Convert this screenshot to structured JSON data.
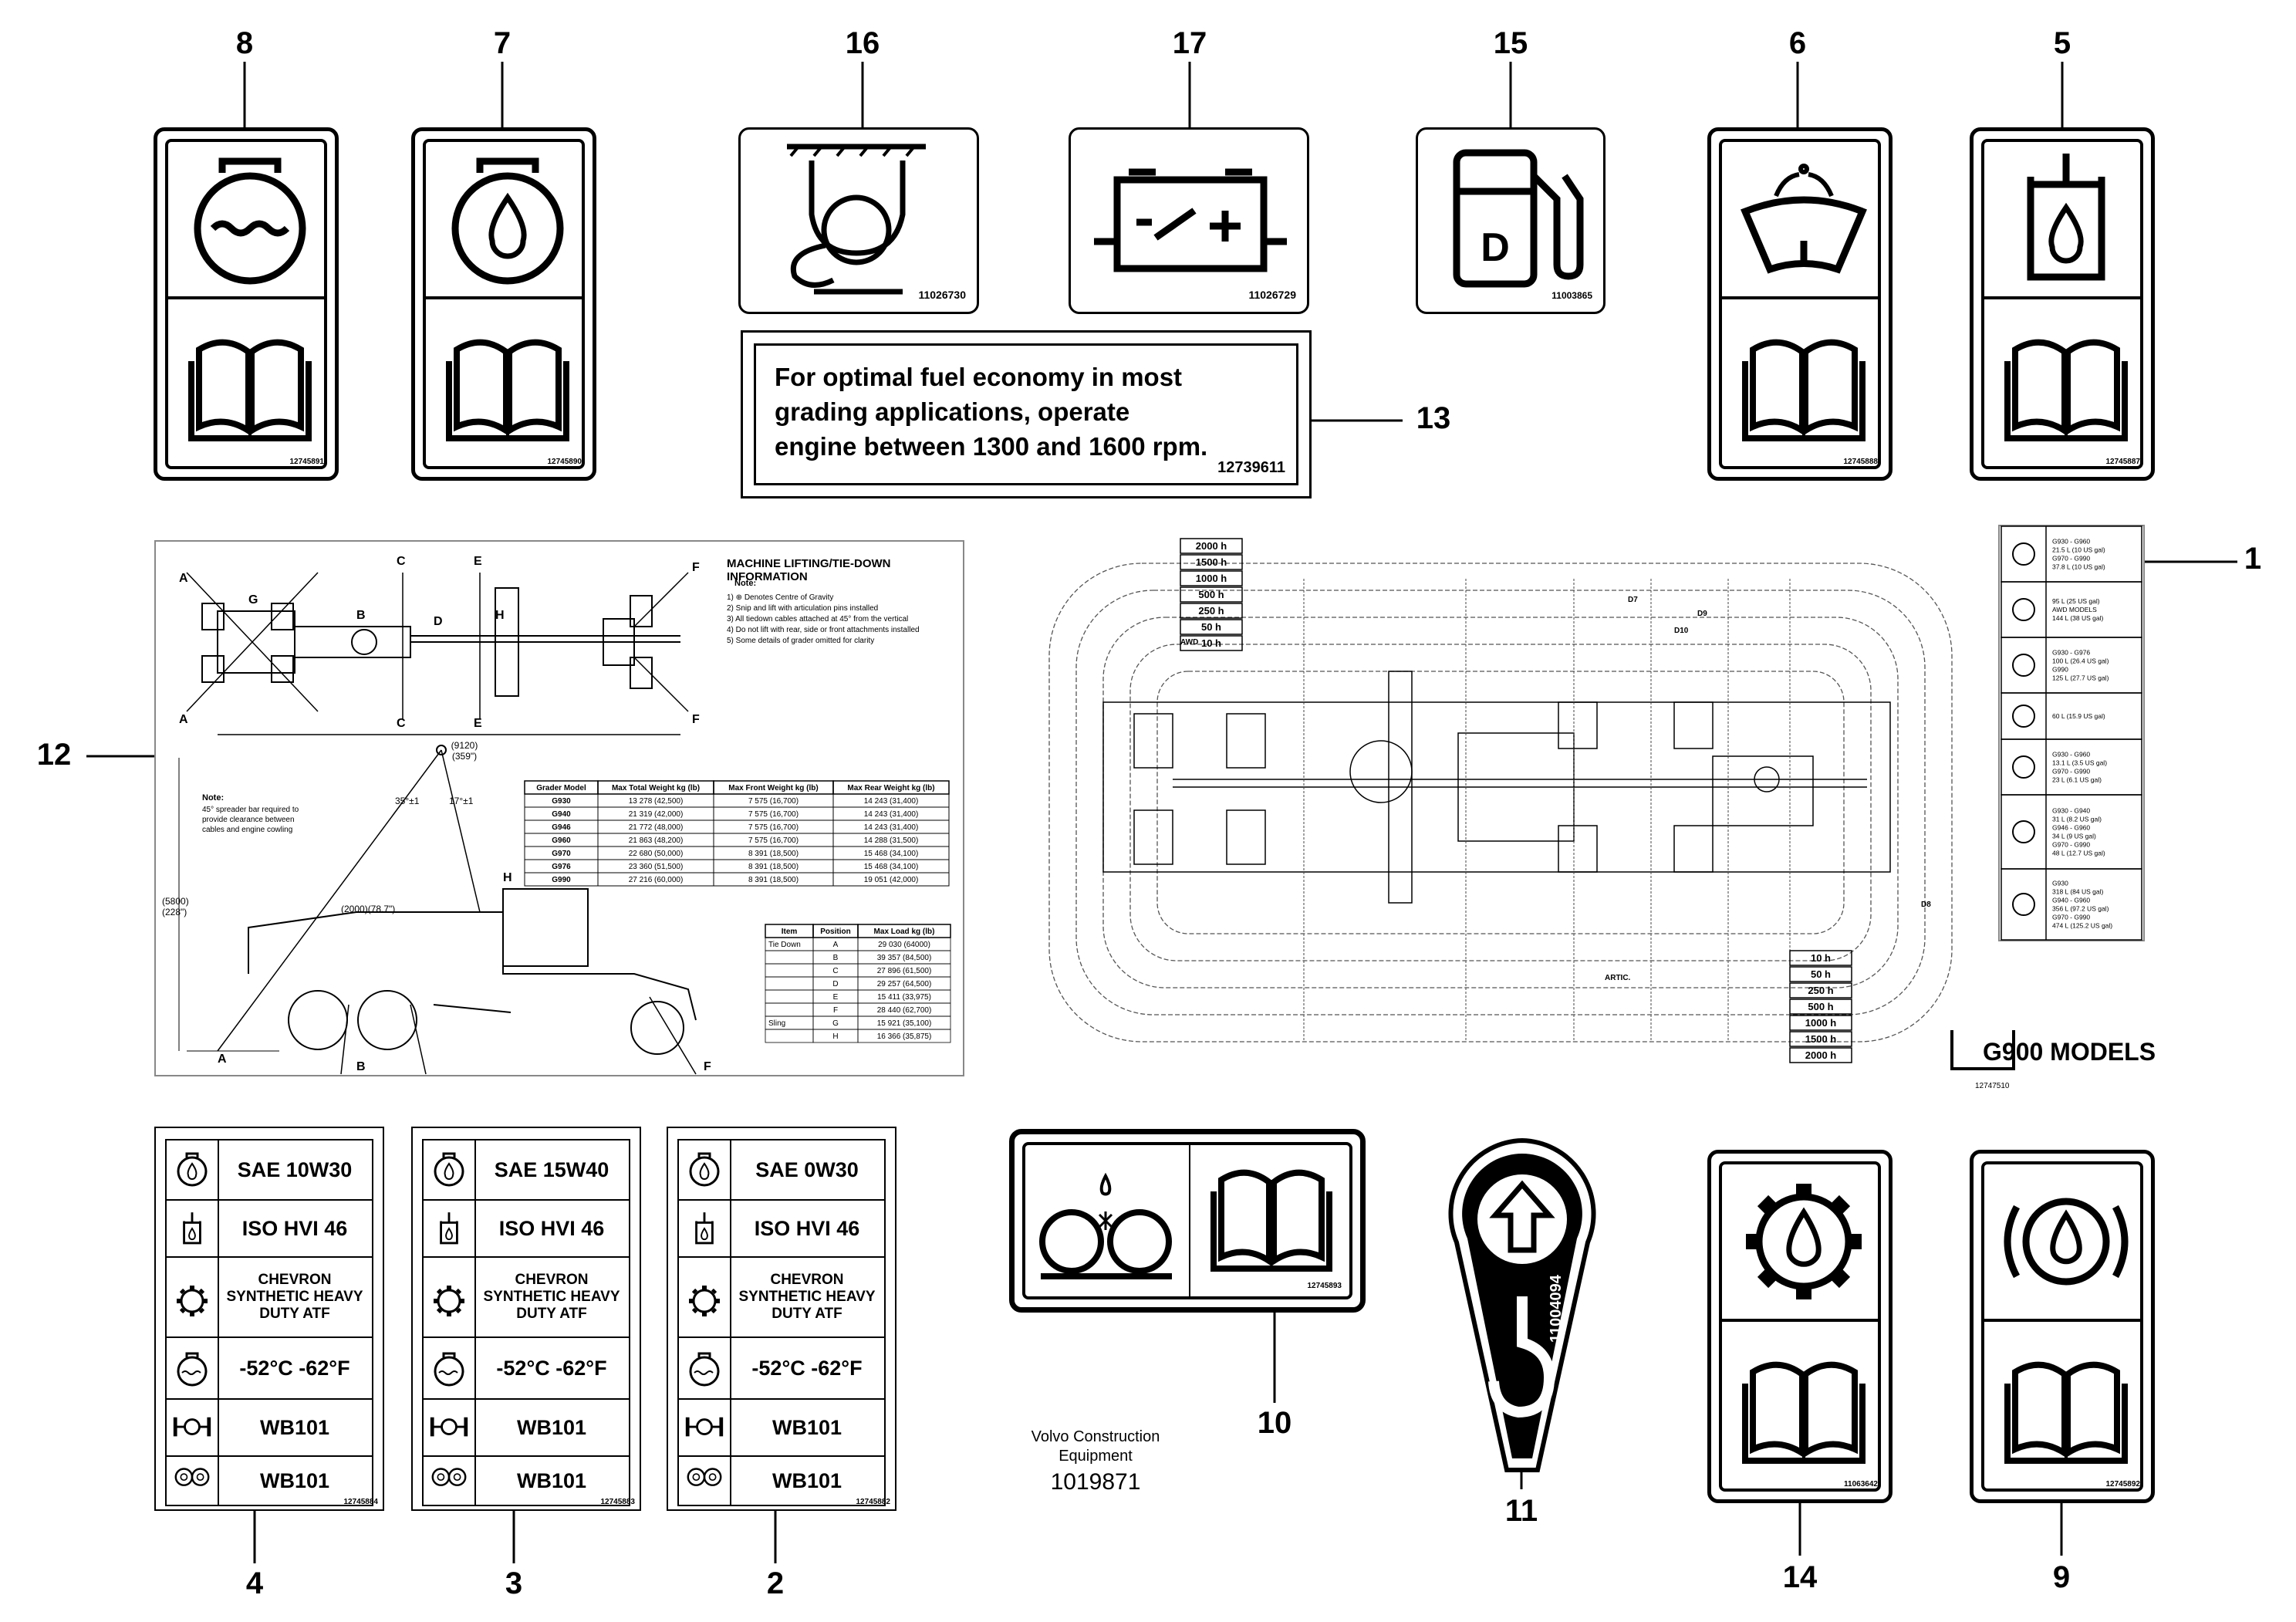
{
  "callouts": {
    "c1": "1",
    "c2": "2",
    "c3": "3",
    "c4": "4",
    "c5": "5",
    "c6": "6",
    "c7": "7",
    "c8": "8",
    "c9": "9",
    "c10": "10",
    "c11": "11",
    "c12": "12",
    "c13": "13",
    "c14": "14",
    "c15": "15",
    "c16": "16",
    "c17": "17"
  },
  "decals": {
    "d8_part": "12745891",
    "d7_part": "12745890",
    "d16_part": "11026730",
    "d17_part": "11026729",
    "d15_part": "11003865",
    "d6_part": "12745888",
    "d5_part": "12745887",
    "d10_part": "12745893",
    "d11_part": "11004094",
    "d14_part": "11063642",
    "d9_part": "12745892",
    "d15_letter": "D"
  },
  "fuel_economy": {
    "lines": [
      "For optimal fuel economy in most",
      "grading applications, operate",
      "engine between 1300 and 1600 rpm."
    ],
    "part": "12739611"
  },
  "specs": [
    {
      "part": "12745884",
      "rows": [
        "SAE 10W30",
        "ISO HVI 46",
        "CHEVRON SYNTHETIC HEAVY DUTY ATF",
        "-52°C  -62°F",
        "WB101",
        "WB101"
      ]
    },
    {
      "part": "12745883",
      "rows": [
        "SAE 15W40",
        "ISO HVI 46",
        "CHEVRON SYNTHETIC HEAVY DUTY ATF",
        "-52°C  -62°F",
        "WB101",
        "WB101"
      ]
    },
    {
      "part": "12745882",
      "rows": [
        "SAE 0W30",
        "ISO HVI 46",
        "CHEVRON SYNTHETIC HEAVY DUTY ATF",
        "-52°C  -62°F",
        "WB101",
        "WB101"
      ]
    }
  ],
  "vce": {
    "line1": "Volvo Construction",
    "line2": "Equipment",
    "part": "1019871"
  },
  "lifting": {
    "title": "MACHINE LIFTING/TIE-DOWN INFORMATION",
    "note_head": "Note:",
    "notes": [
      "1) ⊕ Denotes Centre of Gravity",
      "2) Snip and lift with articulation pins installed",
      "3) All tiedown cables attached at 45° from the vertical",
      "4) Do not lift with rear, side or front attachments installed",
      "5) Some details of grader omitted for clarity"
    ],
    "side_note": [
      "Note:",
      "45° spreader bar required to",
      "provide clearance between",
      "cables and engine cowling"
    ],
    "dims": {
      "width": "(9120)",
      "width_in": "(359\")",
      "height": "(5800)",
      "height_in": "(228\")",
      "span": "(2000)(78.7\")",
      "ang1": "35°±1",
      "ang2": "17°±1"
    },
    "weights_header": [
      "Grader Model",
      "Max Total Weight kg (lb)",
      "Max Front Weight kg (lb)",
      "Max Rear Weight kg (lb)"
    ],
    "weights": [
      [
        "G930",
        "13 278 (42,500)",
        "7 575 (16,700)",
        "14 243 (31,400)"
      ],
      [
        "G940",
        "21 319 (42,000)",
        "7 575 (16,700)",
        "14 243 (31,400)"
      ],
      [
        "G946",
        "21 772 (48,000)",
        "7 575 (16,700)",
        "14 243 (31,400)"
      ],
      [
        "G960",
        "21 863 (48,200)",
        "7 575 (16,700)",
        "14 288 (31,500)"
      ],
      [
        "G970",
        "22 680 (50,000)",
        "8 391 (18,500)",
        "15 468 (34,100)"
      ],
      [
        "G976",
        "23 360 (51,500)",
        "8 391 (18,500)",
        "15 468 (34,100)"
      ],
      [
        "G990",
        "27 216 (60,000)",
        "8 391 (18,500)",
        "19 051 (42,000)"
      ]
    ],
    "loads_header": [
      "Item",
      "Position",
      "Max Load kg (lb)"
    ],
    "loads": [
      [
        "Tie Down",
        "A",
        "29 030 (64000)"
      ],
      [
        "",
        "B",
        "39 357 (84,500)"
      ],
      [
        "",
        "C",
        "27 896 (61,500)"
      ],
      [
        "",
        "D",
        "29 257 (64,500)"
      ],
      [
        "",
        "E",
        "15 411 (33,975)"
      ],
      [
        "",
        "F",
        "28 440 (62,700)"
      ],
      [
        "Sling",
        "G",
        "15 921 (35,100)"
      ],
      [
        "",
        "H",
        "16 366 (35,875)"
      ]
    ],
    "letters": [
      "A",
      "B",
      "C",
      "D",
      "E",
      "F",
      "G",
      "H"
    ]
  },
  "service_chart": {
    "intervals": [
      "2000 h",
      "1500 h",
      "1000 h",
      "500 h",
      "250 h",
      "50 h",
      "10 h"
    ],
    "intervals_bottom": [
      "10 h",
      "50 h",
      "250 h",
      "500 h",
      "1000 h",
      "1500 h",
      "2000 h"
    ],
    "title": "G900 MODELS",
    "part": "12747510",
    "labels": [
      "AWD",
      "ARTIC.",
      "D7",
      "D8",
      "D9",
      "D10"
    ]
  },
  "capacities": [
    [
      "G930 - G960",
      "21.5 L (10 US gal)",
      "G970 - G990",
      "37.8 L (10 US gal)"
    ],
    [
      "95 L (25 US gal)",
      "AWD MODELS",
      "144 L (38 US gal)"
    ],
    [
      "G930 - G976",
      "100 L (26.4 US gal)",
      "G990",
      "125 L (27.7 US gal)"
    ],
    [
      "60 L (15.9 US gal)"
    ],
    [
      "G930 - G960",
      "13.1 L (3.5 US gal)",
      "G970 - G990",
      "23 L (6.1 US gal)"
    ],
    [
      "G930 - G940",
      "31 L (8.2 US gal)",
      "G946 - G960",
      "34 L (9 US gal)",
      "G970 - G990",
      "48 L (12.7 US gal)"
    ],
    [
      "G930",
      "318 L (84 US gal)",
      "G940 - G960",
      "356 L (97.2 US gal)",
      "G970 - G990",
      "474 L (125.2 US gal)"
    ]
  ]
}
